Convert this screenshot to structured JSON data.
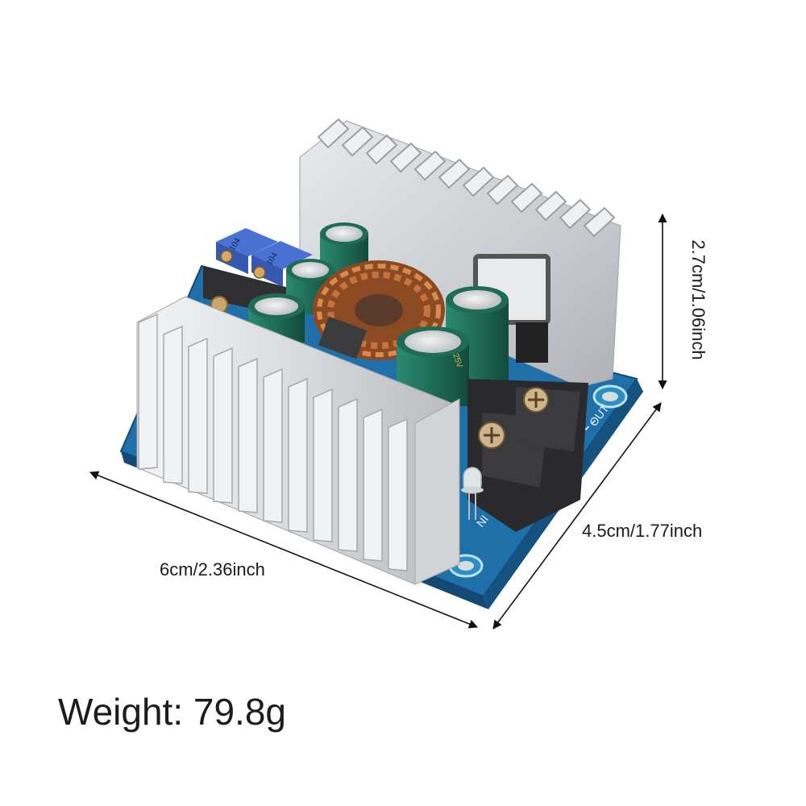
{
  "product": {
    "subject": "DC-DC step-down buck converter module with aluminum heatsinks",
    "components": {
      "potentiometers": [
        {
          "marking": "104"
        },
        {
          "marking": "104"
        }
      ],
      "terminals": [
        {
          "label": "IN"
        },
        {
          "label": "OUT"
        }
      ],
      "capacitor_marking": "25V"
    }
  },
  "dimensions": {
    "length": "6cm/2.36inch",
    "width": "4.5cm/1.77inch",
    "height": "2.7cm/1.06inch"
  },
  "weight_label": "Weight: 79.8g",
  "colors": {
    "background": "#ffffff",
    "pcb": "#1f6fa8",
    "heatsink": "#d8dadd",
    "capacitor": "#1f6e58",
    "coil": "#b86a35",
    "terminal": "#2a2a2a",
    "trimmer": "#3a64c8",
    "text": "#1a1a1a"
  }
}
